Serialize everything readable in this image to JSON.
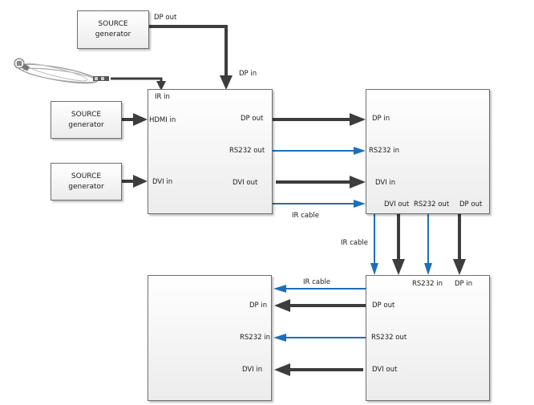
{
  "sources": [
    {
      "line1": "SOURCE",
      "line2": "generator"
    },
    {
      "line1": "SOURCE",
      "line2": "generator"
    },
    {
      "line1": "SOURCE",
      "line2": "generator"
    }
  ],
  "labels": {
    "src1_dp_out": "DP out",
    "box_a_dp_in": "DP in",
    "box_a_ir_in": "IR in",
    "box_a_hdmi_in": "HDMI in",
    "box_a_dvi_in": "DVI in",
    "box_a_dp_out": "DP out",
    "box_a_rs232_out": "RS232 out",
    "box_a_dvi_out": "DVI out",
    "ir_cable_ab": "IR cable",
    "box_b_dp_in": "DP in",
    "box_b_rs232_in": "RS232 in",
    "box_b_dvi_in": "DVI in",
    "box_b_dvi_out": "DVI out",
    "box_b_rs232_out": "RS232 out",
    "box_b_dp_out": "DP out",
    "ir_cable_bd": "IR cable",
    "box_d_rs232_in": "RS232 in",
    "box_d_dp_in": "DP in",
    "ir_cable_dc": "IR cable",
    "box_d_dp_out": "DP out",
    "box_d_rs232_out": "RS232 out",
    "box_d_dvi_out": "DVI out",
    "box_c_dp_in": "DP in",
    "box_c_rs232_in": "RS232 in",
    "box_c_dvi_in": "DVI in"
  },
  "colors": {
    "video_line": "#3d3d3d",
    "signal_line": "#1f6fb8"
  }
}
